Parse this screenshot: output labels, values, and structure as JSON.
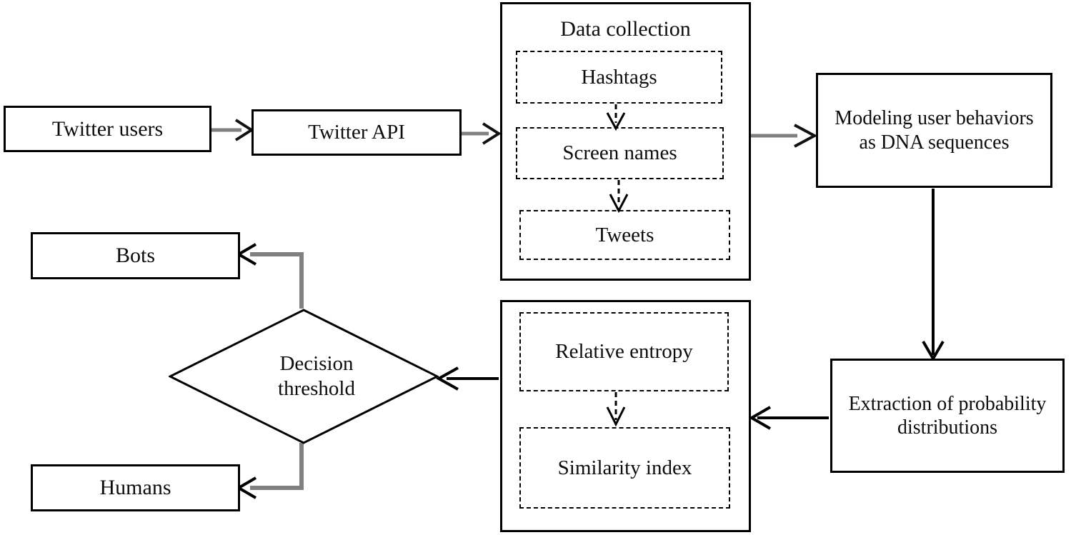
{
  "diagram": {
    "title": "Twitter bot detection pipeline flowchart",
    "colors": {
      "stroke": "#000000",
      "gray_connector": "#808080",
      "background": "#ffffff",
      "text": "#0d0d0d"
    },
    "nodes": {
      "twitter_users": "Twitter users",
      "twitter_api": "Twitter API",
      "data_collection_title": "Data collection",
      "hashtags": "Hashtags",
      "screen_names": "Screen names",
      "tweets": "Tweets",
      "modeling": "Modeling user behaviors as DNA sequences",
      "extraction": "Extraction of probability distributions",
      "relative_entropy": "Relative entropy",
      "similarity_index": "Similarity index",
      "decision_threshold": "Decision threshold",
      "bots": "Bots",
      "humans": "Humans"
    },
    "edges": [
      {
        "from": "twitter_users",
        "to": "twitter_api",
        "style": "solid-gray-arrow"
      },
      {
        "from": "twitter_api",
        "to": "data_collection",
        "style": "solid-gray-arrow"
      },
      {
        "from": "hashtags",
        "to": "screen_names",
        "style": "dashed-arrow"
      },
      {
        "from": "screen_names",
        "to": "tweets",
        "style": "dashed-arrow"
      },
      {
        "from": "data_collection",
        "to": "modeling",
        "style": "solid-gray-arrow"
      },
      {
        "from": "modeling",
        "to": "extraction",
        "style": "solid-black-arrow"
      },
      {
        "from": "extraction",
        "to": "analysis",
        "style": "solid-black-arrow"
      },
      {
        "from": "relative_entropy",
        "to": "similarity_index",
        "style": "dashed-arrow"
      },
      {
        "from": "analysis",
        "to": "decision_threshold",
        "style": "solid-black-arrow"
      },
      {
        "from": "decision_threshold",
        "to": "bots",
        "style": "solid-gray-arrow"
      },
      {
        "from": "decision_threshold",
        "to": "humans",
        "style": "solid-gray-arrow"
      }
    ]
  }
}
